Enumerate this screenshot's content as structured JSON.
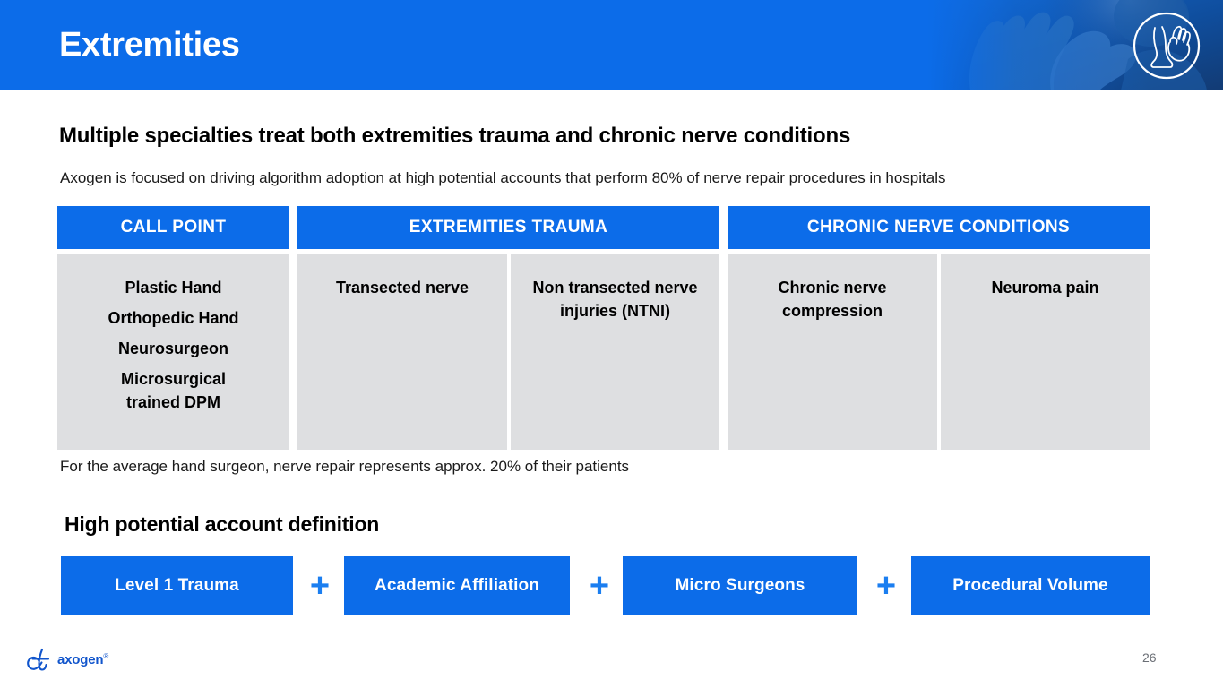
{
  "header": {
    "title": "Extremities",
    "badge_icon": "foot-and-hand-icon",
    "photo_alt": "hands-photo",
    "background_color": "#0c6ce9"
  },
  "content": {
    "heading": "Multiple specialties treat both extremities trauma and chronic nerve conditions",
    "subheading": "Axogen is focused on driving algorithm adoption at high potential accounts that perform 80% of nerve repair procedures in hospitals",
    "footnote": "For the average hand surgeon, nerve repair represents approx. 20% of their patients"
  },
  "matrix": {
    "headers": [
      {
        "label": "CALL POINT"
      },
      {
        "label": "EXTREMITIES TRAUMA"
      },
      {
        "label": "CHRONIC NERVE CONDITIONS"
      }
    ],
    "call_point": {
      "lines": [
        "Plastic Hand",
        "Orthopedic Hand",
        "Neurosurgeon",
        "Microsurgical",
        "trained DPM"
      ]
    },
    "cells": [
      {
        "label": "Transected nerve"
      },
      {
        "label": "Non transected nerve injuries (NTNI)"
      },
      {
        "label": "Chronic nerve compression"
      },
      {
        "label": "Neuroma pain"
      }
    ],
    "cell_background": "#dedfe1",
    "header_background": "#0c6ce9"
  },
  "definition": {
    "title": "High potential account definition",
    "criteria": [
      {
        "label": "Level 1 Trauma"
      },
      {
        "label": "Academic Affiliation"
      },
      {
        "label": "Micro Surgeons"
      },
      {
        "label": "Procedural Volume"
      }
    ],
    "separator": "+",
    "separator_color": "#1b7ef0",
    "box_color": "#0c6ce9"
  },
  "footer": {
    "logo_mark": "axogen-monogram-icon",
    "logo_text": "axogen",
    "logo_registered": "®",
    "page_number": "26"
  }
}
